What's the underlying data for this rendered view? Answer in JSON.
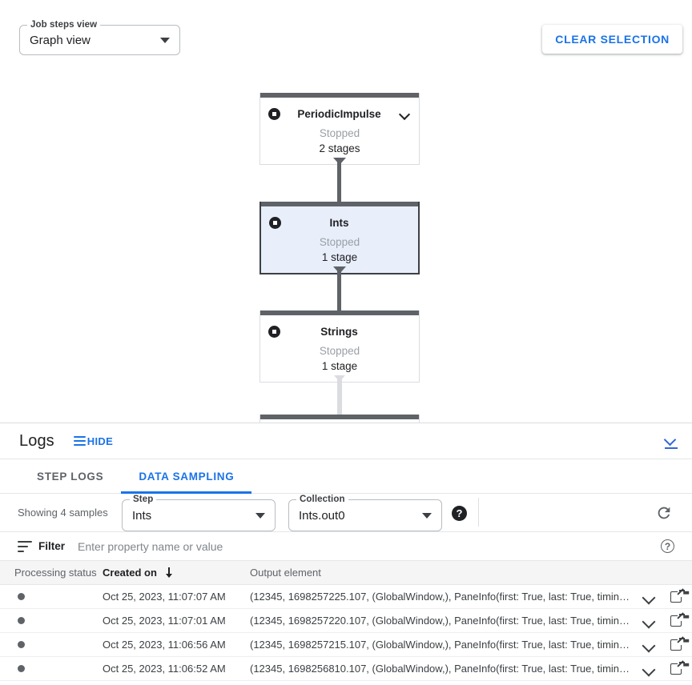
{
  "graph": {
    "job_steps_view": {
      "legend": "Job steps view",
      "value": "Graph view",
      "caret_icon": "caret-down-icon"
    },
    "clear_selection_label": "CLEAR SELECTION",
    "nodes": [
      {
        "title": "PeriodicImpulse",
        "status": "Stopped",
        "stages": "2 stages",
        "selected": false,
        "has_chevron": true,
        "status_icon": "stop-icon"
      },
      {
        "title": "Ints",
        "status": "Stopped",
        "stages": "1 stage",
        "selected": true,
        "has_chevron": false,
        "status_icon": "stop-icon"
      },
      {
        "title": "Strings",
        "status": "Stopped",
        "stages": "1 stage",
        "selected": false,
        "has_chevron": false,
        "status_icon": "stop-icon"
      }
    ]
  },
  "logs": {
    "title": "Logs",
    "hide_label": "HIDE",
    "hide_icon": "hamburger-icon",
    "collapse_icon": "collapse-panel-icon",
    "tabs": [
      {
        "label": "STEP LOGS",
        "active": false
      },
      {
        "label": "DATA SAMPLING",
        "active": true
      }
    ],
    "sampling": {
      "showing_text": "Showing 4 samples",
      "step": {
        "legend": "Step",
        "value": "Ints",
        "caret_icon": "caret-down-icon"
      },
      "collection": {
        "legend": "Collection",
        "value": "Ints.out0",
        "caret_icon": "caret-down-icon"
      },
      "help_icon": "help-filled-icon",
      "help_glyph": "?",
      "refresh_icon": "refresh-icon"
    },
    "filter": {
      "icon": "filter-list-icon",
      "label": "Filter",
      "placeholder": "Enter property name or value",
      "value": "",
      "help_icon": "help-outline-icon",
      "help_glyph": "?"
    },
    "table": {
      "columns": [
        {
          "key": "status",
          "label": "Processing status",
          "sorted": false
        },
        {
          "key": "created",
          "label": "Created on",
          "sorted": true,
          "sort_dir": "desc",
          "sort_icon": "arrow-down-icon"
        },
        {
          "key": "output",
          "label": "Output element",
          "sorted": false
        }
      ],
      "rows": [
        {
          "status_icon": "status-dot",
          "created": "Oct 25, 2023, 11:07:07 AM",
          "output": "(12345, 1698257225.107, (GlobalWindow,), PaneInfo(first: True, last: True, timing…",
          "expand_icon": "chevron-down-icon",
          "open_icon": "open-in-new-icon"
        },
        {
          "status_icon": "status-dot",
          "created": "Oct 25, 2023, 11:07:01 AM",
          "output": "(12345, 1698257220.107, (GlobalWindow,), PaneInfo(first: True, last: True, timing…",
          "expand_icon": "chevron-down-icon",
          "open_icon": "open-in-new-icon"
        },
        {
          "status_icon": "status-dot",
          "created": "Oct 25, 2023, 11:06:56 AM",
          "output": "(12345, 1698257215.107, (GlobalWindow,), PaneInfo(first: True, last: True, timing…",
          "expand_icon": "chevron-down-icon",
          "open_icon": "open-in-new-icon"
        },
        {
          "status_icon": "status-dot",
          "created": "Oct 25, 2023, 11:06:52 AM",
          "output": "(12345, 1698256810.107, (GlobalWindow,), PaneInfo(first: True, last: True, timing…",
          "expand_icon": "chevron-down-icon",
          "open_icon": "open-in-new-icon"
        }
      ]
    }
  },
  "colors": {
    "accent_blue": "#1a73e8",
    "node_header": "#5f6368",
    "selected_node_bg": "#e8eefa",
    "status_dot": "#5f6368"
  }
}
